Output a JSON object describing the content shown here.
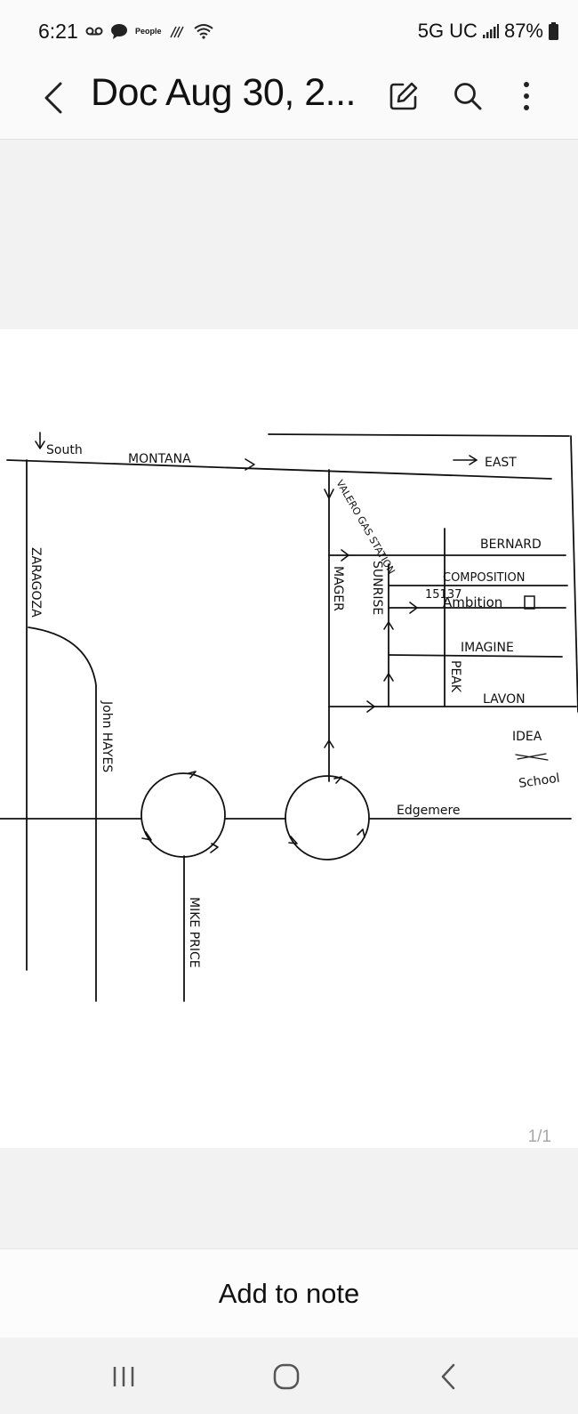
{
  "status_bar": {
    "time": "6:21",
    "people_label": "People",
    "network": "5G UC",
    "battery": "87%"
  },
  "app_bar": {
    "title": "Doc Aug 30, 2..."
  },
  "document": {
    "page_indicator": "1/1",
    "map_labels": {
      "south": "South",
      "montana": "MONTANA",
      "east": "EAST",
      "zaragoza": "ZARAGOZA",
      "john_hayes": "John HAYES",
      "mike_price": "MIKE PRICE",
      "valero": "VALERO GAS STATION",
      "mager": "MAGER",
      "sunrise": "SUNRISE",
      "bernard": "BERNARD",
      "composition": "COMPOSITION",
      "address": "15137",
      "ambition": "Ambition",
      "imagine": "IMAGINE",
      "peak": "PEAK",
      "lavon": "LAVON",
      "idea": "IDEA",
      "school": "School",
      "edgemere": "Edgemere"
    }
  },
  "bottom_bar": {
    "add_to_note": "Add to note"
  }
}
